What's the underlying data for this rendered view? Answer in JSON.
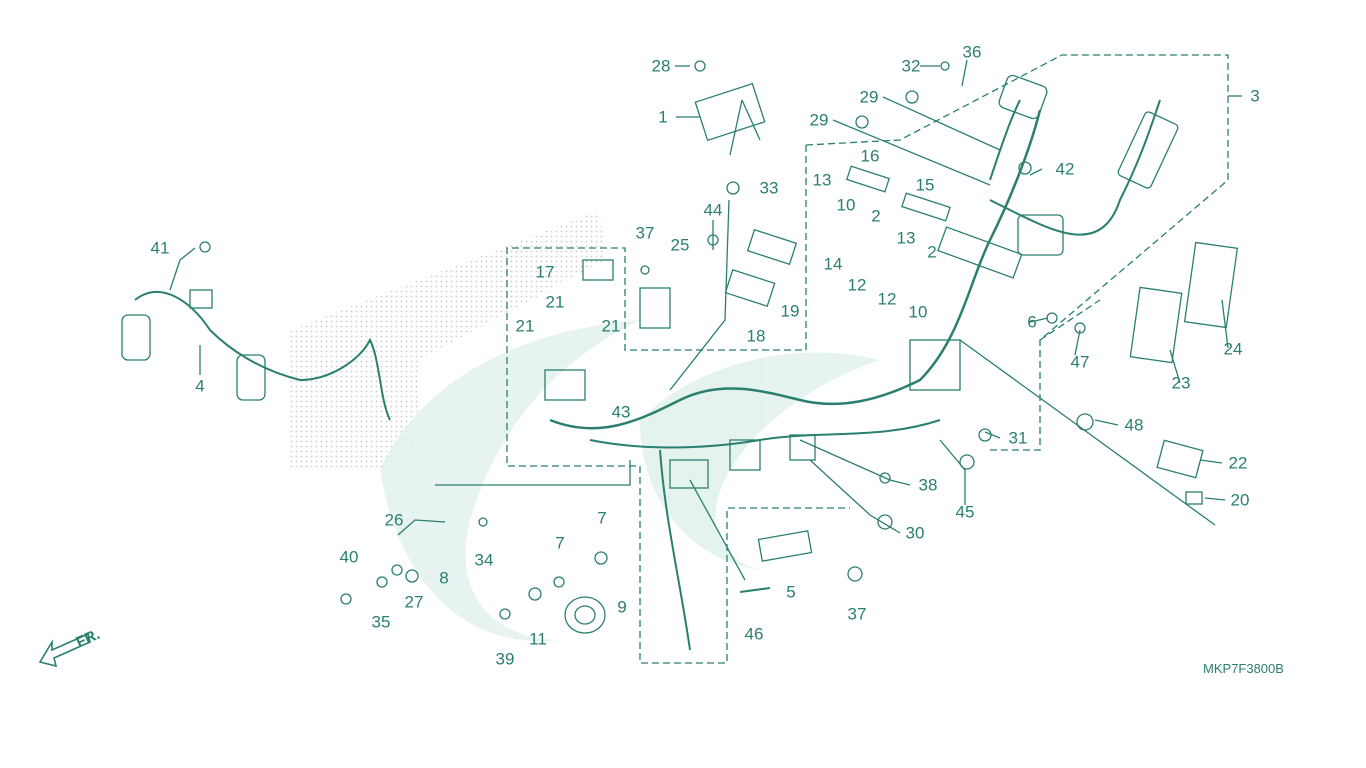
{
  "diagram": {
    "drawing_code": "MKP7F3800B",
    "direction_label": "FR.",
    "colors": {
      "line": "#2a7f6f",
      "watermark": "#e3f2ee",
      "stipple": "#bdbdbd"
    },
    "callouts": [
      {
        "id": "c28",
        "text": "28"
      },
      {
        "id": "c1",
        "text": "1"
      },
      {
        "id": "c33",
        "text": "33"
      },
      {
        "id": "c44",
        "text": "44"
      },
      {
        "id": "c32",
        "text": "32"
      },
      {
        "id": "c36",
        "text": "36"
      },
      {
        "id": "c29a",
        "text": "29"
      },
      {
        "id": "c29b",
        "text": "29"
      },
      {
        "id": "c3",
        "text": "3"
      },
      {
        "id": "c16",
        "text": "16"
      },
      {
        "id": "c15",
        "text": "15"
      },
      {
        "id": "c42",
        "text": "42"
      },
      {
        "id": "c13a",
        "text": "13"
      },
      {
        "id": "c10a",
        "text": "10"
      },
      {
        "id": "c2a",
        "text": "2"
      },
      {
        "id": "c14",
        "text": "14"
      },
      {
        "id": "c12a",
        "text": "12"
      },
      {
        "id": "c13b",
        "text": "13"
      },
      {
        "id": "c2b",
        "text": "2"
      },
      {
        "id": "c12b",
        "text": "12"
      },
      {
        "id": "c10b",
        "text": "10"
      },
      {
        "id": "c37a",
        "text": "37"
      },
      {
        "id": "c25",
        "text": "25"
      },
      {
        "id": "c17",
        "text": "17"
      },
      {
        "id": "c21a",
        "text": "21"
      },
      {
        "id": "c21b",
        "text": "21"
      },
      {
        "id": "c21c",
        "text": "21"
      },
      {
        "id": "c19",
        "text": "19"
      },
      {
        "id": "c18",
        "text": "18"
      },
      {
        "id": "c41",
        "text": "41"
      },
      {
        "id": "c4",
        "text": "4"
      },
      {
        "id": "c6",
        "text": "6"
      },
      {
        "id": "c47",
        "text": "47"
      },
      {
        "id": "c24",
        "text": "24"
      },
      {
        "id": "c23",
        "text": "23"
      },
      {
        "id": "c43",
        "text": "43"
      },
      {
        "id": "c48",
        "text": "48"
      },
      {
        "id": "c31",
        "text": "31"
      },
      {
        "id": "c22",
        "text": "22"
      },
      {
        "id": "c20",
        "text": "20"
      },
      {
        "id": "c38",
        "text": "38"
      },
      {
        "id": "c45",
        "text": "45"
      },
      {
        "id": "c30",
        "text": "30"
      },
      {
        "id": "c26",
        "text": "26"
      },
      {
        "id": "c34",
        "text": "34"
      },
      {
        "id": "c8",
        "text": "8"
      },
      {
        "id": "c40",
        "text": "40"
      },
      {
        "id": "c27",
        "text": "27"
      },
      {
        "id": "c35",
        "text": "35"
      },
      {
        "id": "c7a",
        "text": "7"
      },
      {
        "id": "c7b",
        "text": "7"
      },
      {
        "id": "c9",
        "text": "9"
      },
      {
        "id": "c11",
        "text": "11"
      },
      {
        "id": "c39",
        "text": "39"
      },
      {
        "id": "c5",
        "text": "5"
      },
      {
        "id": "c37b",
        "text": "37"
      },
      {
        "id": "c46",
        "text": "46"
      }
    ]
  }
}
